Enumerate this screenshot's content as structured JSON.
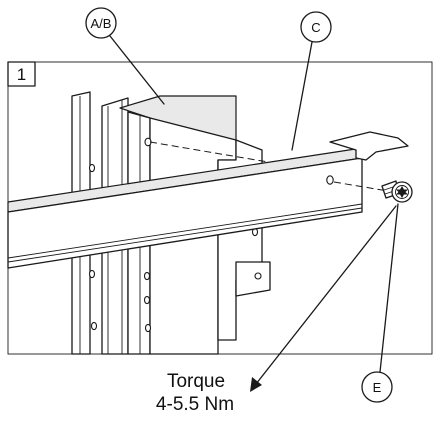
{
  "step": {
    "number": "1"
  },
  "callouts": {
    "ab": "A/B",
    "c": "C",
    "e": "E"
  },
  "torque": {
    "label": "Torque",
    "value": "4-5.5 Nm"
  }
}
